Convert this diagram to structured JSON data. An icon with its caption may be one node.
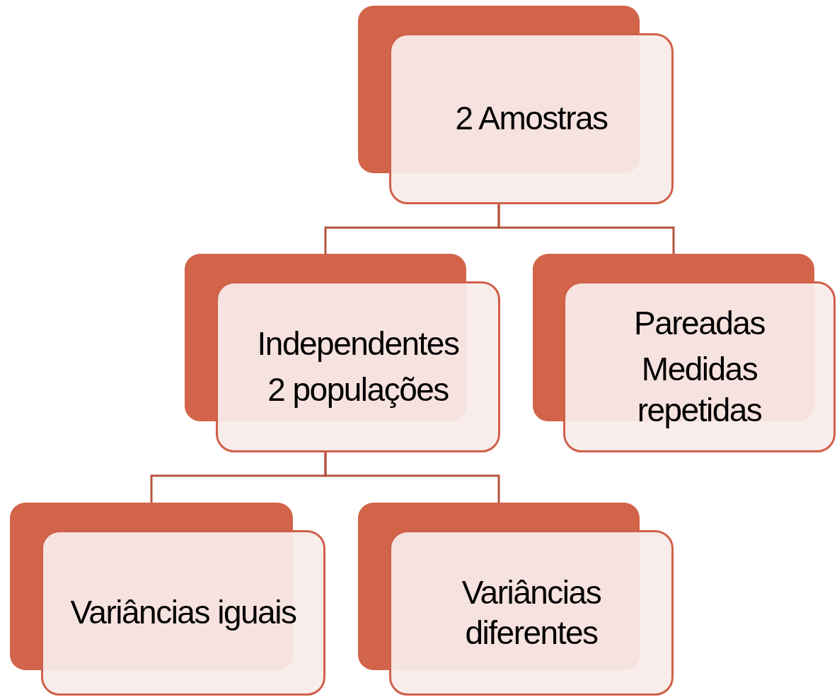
{
  "diagram": {
    "nodes": [
      {
        "text": [
          "2 Amostras"
        ]
      },
      {
        "text": [
          "Independentes",
          "2 populações"
        ]
      },
      {
        "text": [
          "Pareadas",
          "Medidas repetidas"
        ]
      },
      {
        "text": [
          "Variâncias iguais"
        ]
      },
      {
        "text": [
          "Variâncias diferentes"
        ]
      }
    ],
    "edges": [
      {
        "from": 0,
        "to": 1,
        "arrow": "none"
      },
      {
        "from": 0,
        "to": 2,
        "arrow": "none"
      },
      {
        "from": 1,
        "to": 3,
        "arrow": "none"
      },
      {
        "from": 1,
        "to": 4,
        "arrow": "none"
      }
    ]
  }
}
